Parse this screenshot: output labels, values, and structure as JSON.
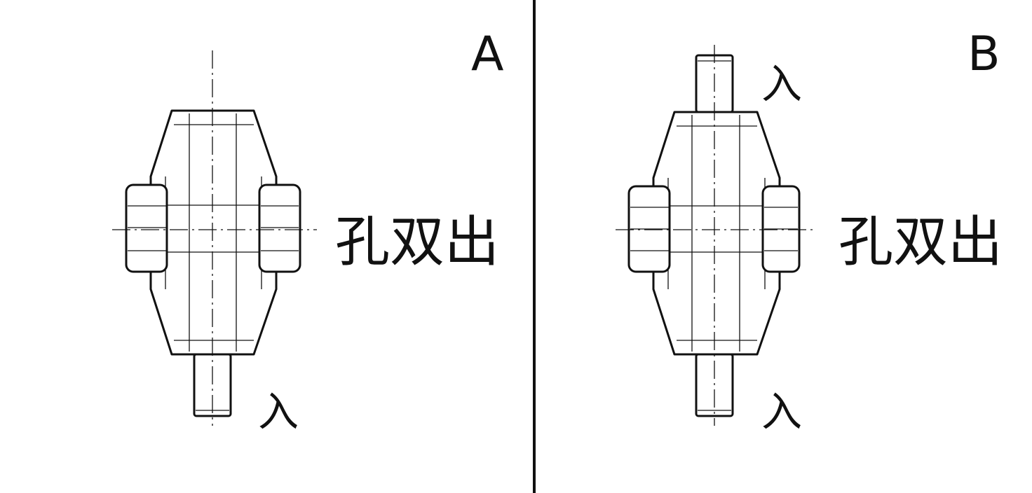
{
  "diagram": {
    "panels": [
      {
        "id": "A",
        "letter": "A",
        "side_label": "孔双出",
        "shaft_labels": [
          "入"
        ]
      },
      {
        "id": "B",
        "letter": "B",
        "side_label": "孔双出",
        "shaft_labels": [
          "入",
          "入"
        ]
      }
    ],
    "colors": {
      "line": "#111111",
      "background": "#ffffff"
    }
  }
}
